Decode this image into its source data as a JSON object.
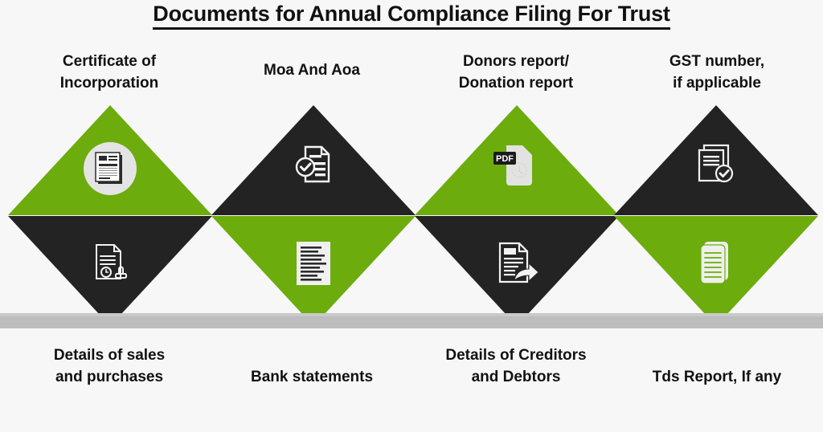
{
  "header": {
    "title": "Documents for Annual Compliance Filing For Trust"
  },
  "theme": {
    "background": "#f7f7f7",
    "green": "#6CAC0D",
    "dark": "#232323",
    "bar_gray": "#bdbdbd",
    "text": "#111111",
    "icon_circle": "#e4e4e4"
  },
  "columns": [
    {
      "index": 1,
      "top": {
        "shape": "triangle-up",
        "color": "#6CAC0D",
        "icon": "certificate-document-icon",
        "icon_style": "circle-badge",
        "label_line1": "Certificate of",
        "label_line2": "Incorporation"
      },
      "bottom": {
        "shape": "triangle-down",
        "color": "#232323",
        "icon": "document-stamp-icon",
        "label_line1": "Details of sales",
        "label_line2": "and purchases"
      }
    },
    {
      "index": 2,
      "top": {
        "shape": "triangle-up",
        "color": "#232323",
        "icon": "document-check-icon",
        "label_line1": "Moa And Aoa",
        "label_line2": ""
      },
      "bottom": {
        "shape": "triangle-down",
        "color": "#6CAC0D",
        "icon": "text-lines-document-icon",
        "label_line1": "Bank statements",
        "label_line2": ""
      }
    },
    {
      "index": 3,
      "top": {
        "shape": "triangle-up",
        "color": "#6CAC0D",
        "icon": "pdf-file-icon",
        "icon_badge_text": "PDF",
        "label_line1": "Donors report/",
        "label_line2": "Donation report"
      },
      "bottom": {
        "shape": "triangle-down",
        "color": "#232323",
        "icon": "document-share-arrow-icon",
        "label_line1": "Details of Creditors",
        "label_line2": "and Debtors"
      }
    },
    {
      "index": 4,
      "top": {
        "shape": "triangle-up",
        "color": "#232323",
        "icon": "documents-verified-check-icon",
        "label_line1": "GST number,",
        "label_line2": "if applicable"
      },
      "bottom": {
        "shape": "triangle-down",
        "color": "#6CAC0D",
        "icon": "stacked-documents-icon",
        "label_line1": "Tds Report, If any",
        "label_line2": ""
      }
    }
  ],
  "divider": {
    "name": "horizontal-gray-bar",
    "color": "#bdbdbd"
  }
}
